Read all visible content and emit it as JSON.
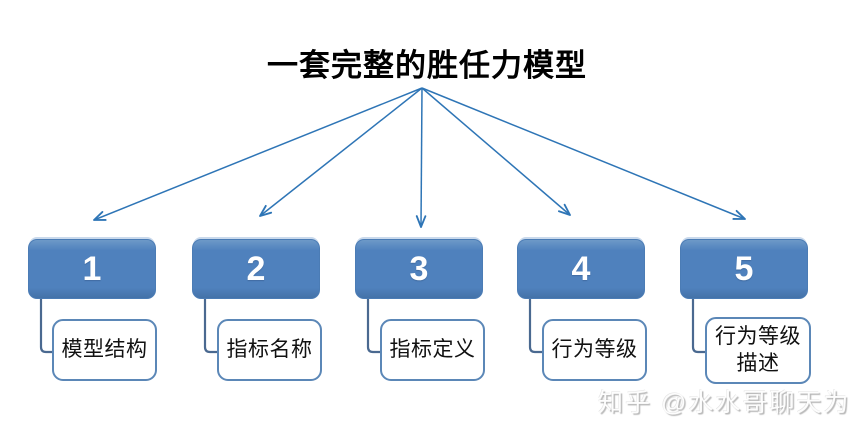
{
  "title": "一套完整的胜任力模型",
  "watermark": "知乎 @水水哥聊天为",
  "diagram": {
    "type": "fan-out hierarchy",
    "root_label": "一套完整的胜任力模型",
    "nodes": [
      {
        "number": "1",
        "label": "模型结构"
      },
      {
        "number": "2",
        "label": "指标名称"
      },
      {
        "number": "3",
        "label": "指标定义"
      },
      {
        "number": "4",
        "label": "行为等级"
      },
      {
        "number": "5",
        "label": "行为等级\n描述"
      }
    ]
  },
  "colors": {
    "box_fill": "#4f81bd",
    "box_number_text": "#ffffff",
    "sub_box_border": "#5b87b7",
    "sub_box_fill": "#ffffff",
    "arrow_line": "#2e75b6",
    "connector_line": "#4a6990",
    "title_text": "#000000",
    "background": "#ffffff"
  }
}
